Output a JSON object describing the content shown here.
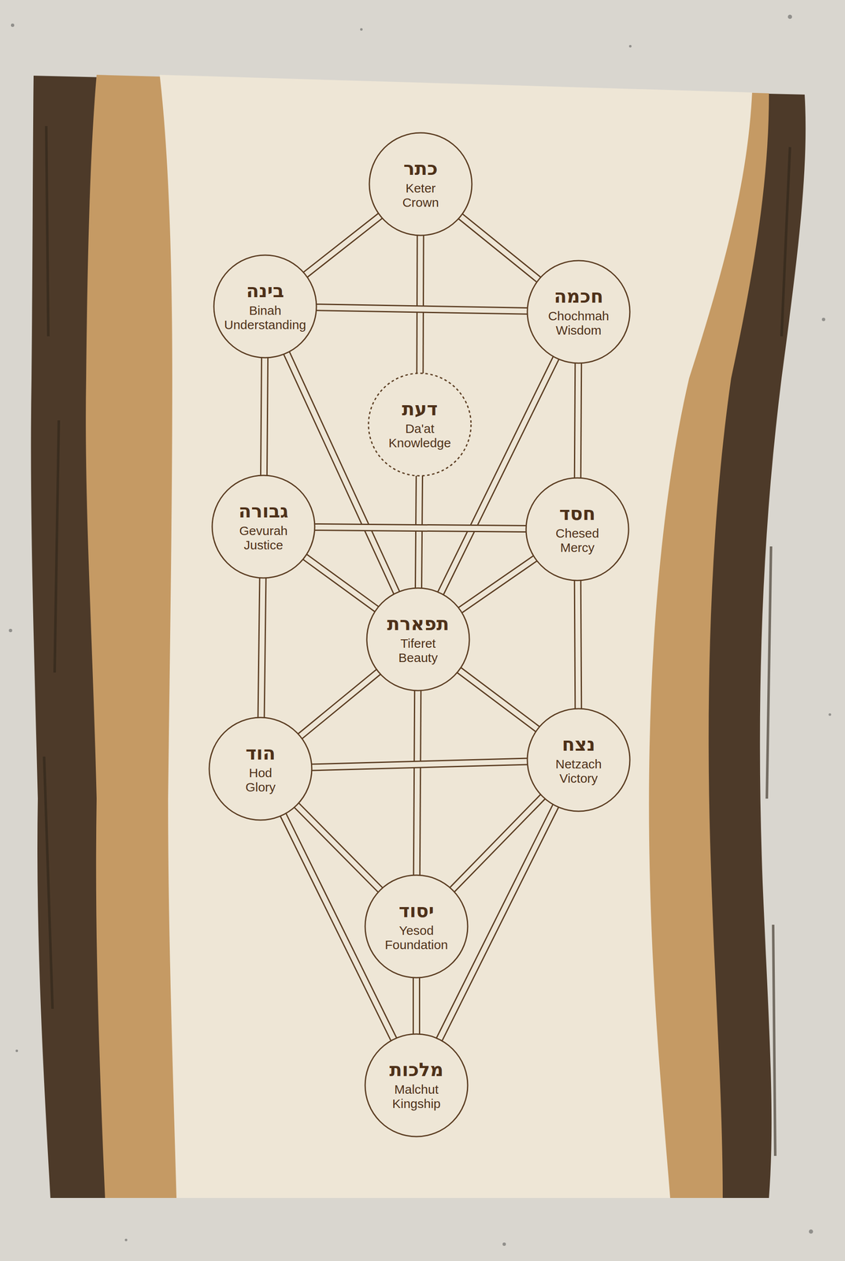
{
  "diagram": {
    "nodes": [
      {
        "text": [
          "כתר",
          "Keter",
          "Crown"
        ]
      },
      {
        "text": [
          "בינה",
          "Binah",
          "Understanding"
        ]
      },
      {
        "text": [
          "חכמה",
          "Chochmah",
          "Wisdom"
        ]
      },
      {
        "text": [
          "דעת",
          "Da'at",
          "Knowledge"
        ]
      },
      {
        "text": [
          "גבורה",
          "Gevurah",
          "Justice"
        ]
      },
      {
        "text": [
          "חסד",
          "Chesed",
          "Mercy"
        ]
      },
      {
        "text": [
          "תפארת",
          "Tiferet",
          "Beauty"
        ]
      },
      {
        "text": [
          "הוד",
          "Hod",
          "Glory"
        ]
      },
      {
        "text": [
          "נצח",
          "Netzach",
          "Victory"
        ]
      },
      {
        "text": [
          "יסוד",
          "Yesod",
          "Foundation"
        ]
      },
      {
        "text": [
          "מלכות",
          "Malchut",
          "Kingship"
        ]
      }
    ],
    "edges": [
      {
        "from": 0,
        "to": 1,
        "arrow": "none"
      },
      {
        "from": 0,
        "to": 2,
        "arrow": "none"
      },
      {
        "from": 0,
        "to": 3,
        "arrow": "none"
      },
      {
        "from": 3,
        "to": 6,
        "arrow": "none"
      },
      {
        "from": 1,
        "to": 2,
        "arrow": "none"
      },
      {
        "from": 1,
        "to": 4,
        "arrow": "none"
      },
      {
        "from": 1,
        "to": 6,
        "arrow": "none"
      },
      {
        "from": 2,
        "to": 5,
        "arrow": "none"
      },
      {
        "from": 2,
        "to": 6,
        "arrow": "none"
      },
      {
        "from": 4,
        "to": 5,
        "arrow": "none"
      },
      {
        "from": 4,
        "to": 6,
        "arrow": "none"
      },
      {
        "from": 5,
        "to": 6,
        "arrow": "none"
      },
      {
        "from": 4,
        "to": 7,
        "arrow": "none"
      },
      {
        "from": 5,
        "to": 8,
        "arrow": "none"
      },
      {
        "from": 6,
        "to": 7,
        "arrow": "none"
      },
      {
        "from": 6,
        "to": 8,
        "arrow": "none"
      },
      {
        "from": 6,
        "to": 9,
        "arrow": "none"
      },
      {
        "from": 7,
        "to": 8,
        "arrow": "none"
      },
      {
        "from": 7,
        "to": 9,
        "arrow": "none"
      },
      {
        "from": 8,
        "to": 9,
        "arrow": "none"
      },
      {
        "from": 7,
        "to": 10,
        "arrow": "none"
      },
      {
        "from": 8,
        "to": 10,
        "arrow": "none"
      },
      {
        "from": 9,
        "to": 10,
        "arrow": "none"
      }
    ]
  }
}
